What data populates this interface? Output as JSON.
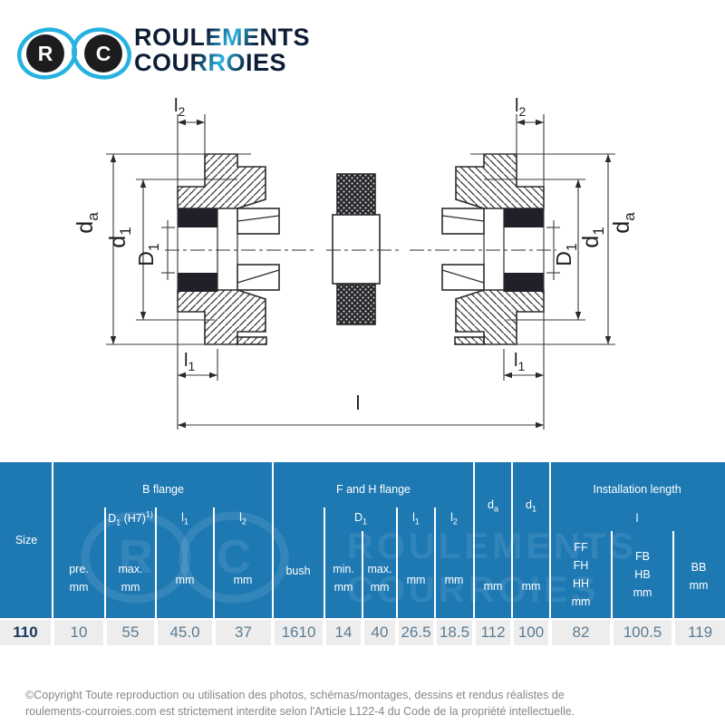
{
  "logo": {
    "letter_r": "R",
    "letter_c": "C",
    "word1": "ROULEMENTS",
    "word2": "COURROIES",
    "cyan": "#25b2df",
    "navy": "#0e2240",
    "circle_color": "#1d1d1f"
  },
  "sym": {
    "l1": {
      "b": "l",
      "s": "1"
    },
    "l2": {
      "b": "l",
      "s": "2"
    },
    "l": {
      "b": "l",
      "s": ""
    },
    "da": {
      "b": "d",
      "s": "a"
    },
    "d1": {
      "b": "d",
      "s": "1"
    },
    "D1": {
      "b": "D",
      "s": "1"
    }
  },
  "table": {
    "colors": {
      "header_bg": "#1e79b3",
      "row_bg": "#ededed",
      "row_text": "#5d7b90",
      "size_text": "#17395e",
      "header_text": "#ffffff"
    },
    "size_header": "Size",
    "groups": {
      "b": "B flange",
      "fh": "F and H flange",
      "install": "Installation length"
    },
    "d1h7_rest": " (H7)",
    "d1h7_sup": "1)",
    "labels": {
      "pre": "pre.",
      "max": "max.",
      "min": "min.",
      "mm": "mm",
      "bush": "bush"
    },
    "install": {
      "c1": [
        "FF",
        "FH",
        "HH",
        "mm"
      ],
      "c2": [
        "FB",
        "HB",
        "mm"
      ],
      "c3": [
        "BB",
        "mm"
      ]
    },
    "row": {
      "size": "110",
      "pre": "10",
      "d1max_b": "55",
      "l1_b": "45.0",
      "l2_b": "37",
      "bush": "1610",
      "d1min_f": "14",
      "d1max_f": "40",
      "l1_f": "26.5",
      "l2_f": "18.5",
      "da": "112",
      "d1": "100",
      "len_ff": "82",
      "len_fb": "100.5",
      "len_bb": "119"
    }
  },
  "watermark": {
    "letter_r": "R",
    "letter_c": "C",
    "word1": "ROULEMENTS",
    "word2": "COURROIES"
  },
  "footer": {
    "line1": "©Copyright Toute reproduction ou utilisation des photos, schémas/montages, dessins et rendus réalistes de",
    "line2": "roulements-courroies.com est strictement interdite selon l'Article L122-4 du Code de la propriété intellectuelle."
  }
}
